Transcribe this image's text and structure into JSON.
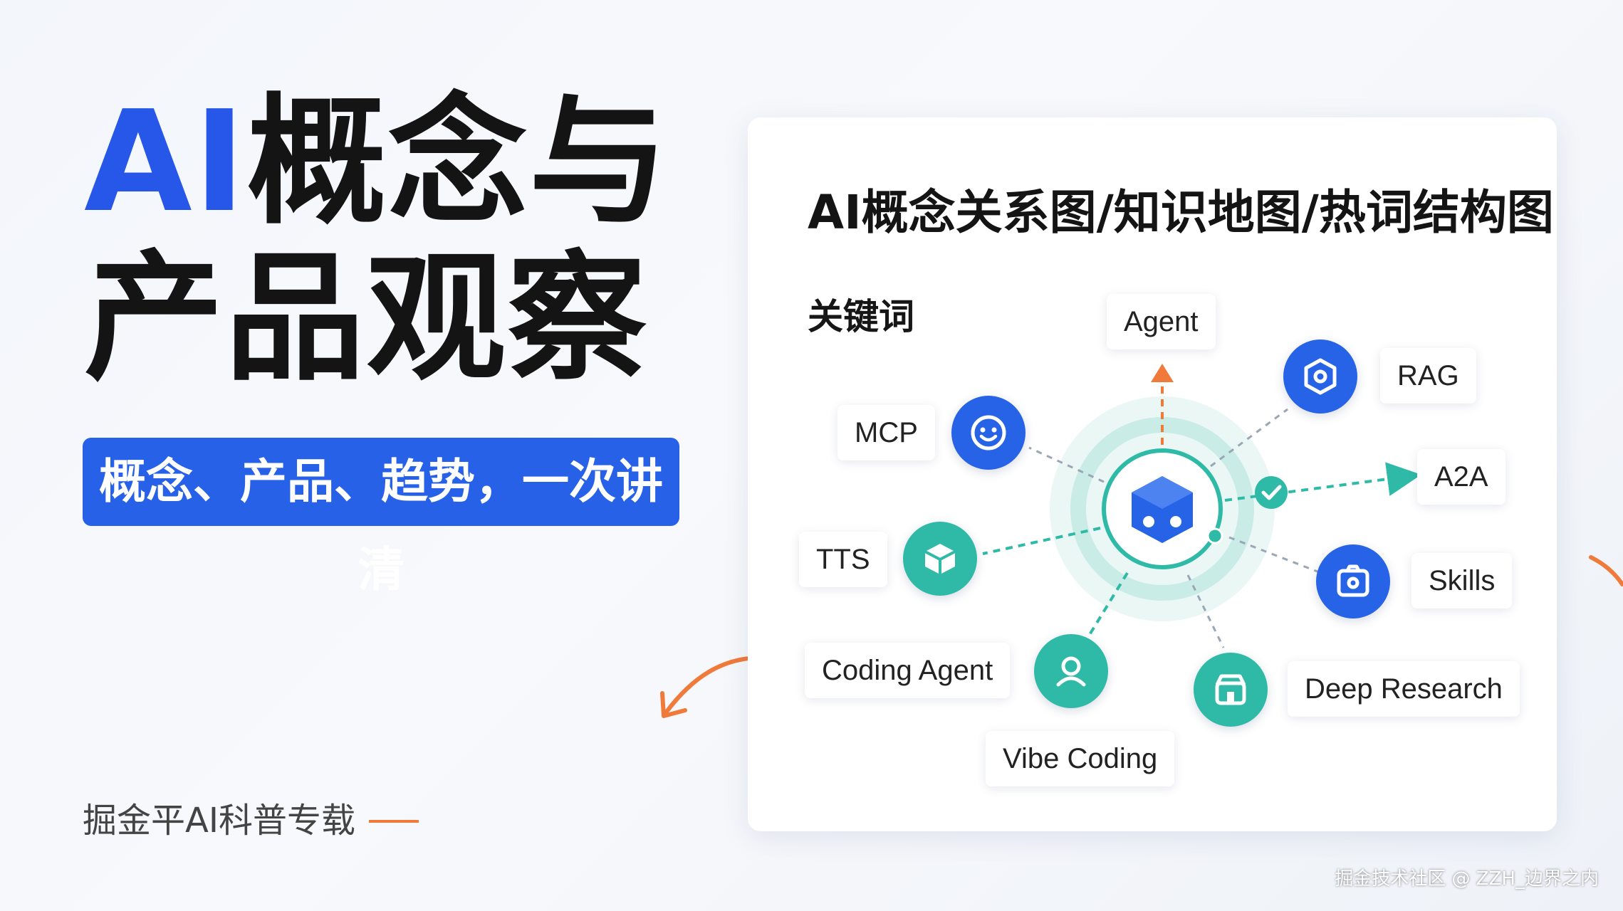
{
  "hero": {
    "title_accent": "AI",
    "title_line1_rest": "概念与",
    "title_line2": "产品观察",
    "banner": "概念、产品、趋势，一次讲清",
    "series": "掘金平AI科普专载"
  },
  "card": {
    "title": "AI概念关系图/知识地图/热词结构图",
    "subtitle": "关键词",
    "keywords": {
      "agent": "Agent",
      "rag": "RAG",
      "mcp": "MCP",
      "a2a": "A2A",
      "tts": "TTS",
      "skills": "Skills",
      "coding_agent": "Coding Agent",
      "deep_research": "Deep Research",
      "vibe_coding": "Vibe Coding"
    }
  },
  "colors": {
    "accent_blue": "#2757e8",
    "teal": "#2ebaa6",
    "orange": "#f07a3a"
  },
  "icons": {
    "center": "robot-cube-icon",
    "rag": "shield-icon",
    "mcp": "smiley-icon",
    "tts": "box-icon",
    "skills": "camera-icon",
    "coding_agent": "user-icon",
    "deep_research": "store-icon",
    "a2a_connector": "check-icon"
  },
  "watermark": "掘金技术社区 @ ZZH_边界之内"
}
